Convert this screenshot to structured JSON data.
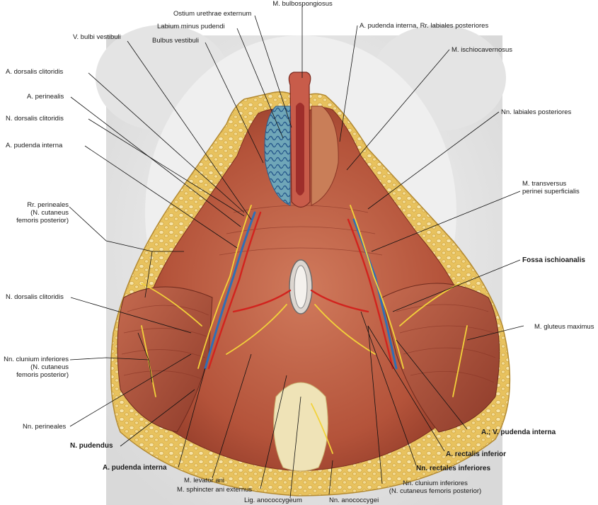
{
  "labels": {
    "bulbospongiosus": "M. bulbospongiosus",
    "ostium": "Ostium urethrae externum",
    "labium": "Labium minus pudendi",
    "bulbus": "Bulbus vestibuli",
    "v_bulbi": "V. bulbi vestibuli",
    "a_dorsalis": "A. dorsalis clitoridis",
    "a_perinealis": "A. perinealis",
    "n_dorsalis_1": "N. dorsalis clitoridis",
    "a_pudenda_interna_left": "A. pudenda interna",
    "rr_perineales_1": "Rr. perineales",
    "rr_perineales_2": "(N. cutaneus",
    "rr_perineales_3": "femoris posterior)",
    "n_dorsalis_2": "N. dorsalis clitoridis",
    "nn_clunium_l1": "Nn. clunium inferiores",
    "nn_clunium_l2": "(N. cutaneus",
    "nn_clunium_l3": "femoris posterior)",
    "nn_perineales": "Nn. perineales",
    "n_pudendus": "N. pudendus",
    "a_pudenda_interna_bottom": "A. pudenda interna",
    "m_levator": "M. levator ani",
    "m_sphincter": "M. sphincter ani externus",
    "lig_anococcygeum": "Lig. anococcygeum",
    "nn_anococcygei": "Nn. anococcygei",
    "nn_clunium_r1": "Nn. clunium inferiores",
    "nn_clunium_r2": "(N. cutaneus femoris posterior)",
    "nn_rectales": "Nn. rectales inferiores",
    "a_rectalis": "A. rectalis inferior",
    "av_pudenda": "A.; V. pudenda interna",
    "m_gluteus": "M. gluteus maximus",
    "fossa": "Fossa ischioanalis",
    "m_transversus_1": "M. transversus",
    "m_transversus_2": "perinei superficialis",
    "nn_labiales": "Nn. labiales posteriores",
    "m_ischiocavernosus": "M. ischiocavernosus",
    "a_pudenda_rr": "A. pudenda interna, Rr. labiales posteriores"
  },
  "colors": {
    "fat": "#e9c66a",
    "muscle": "#b8553c",
    "artery": "#d2231e",
    "vein": "#2f6fb6",
    "nerve": "#f2d23a",
    "skin": "#ececec"
  }
}
